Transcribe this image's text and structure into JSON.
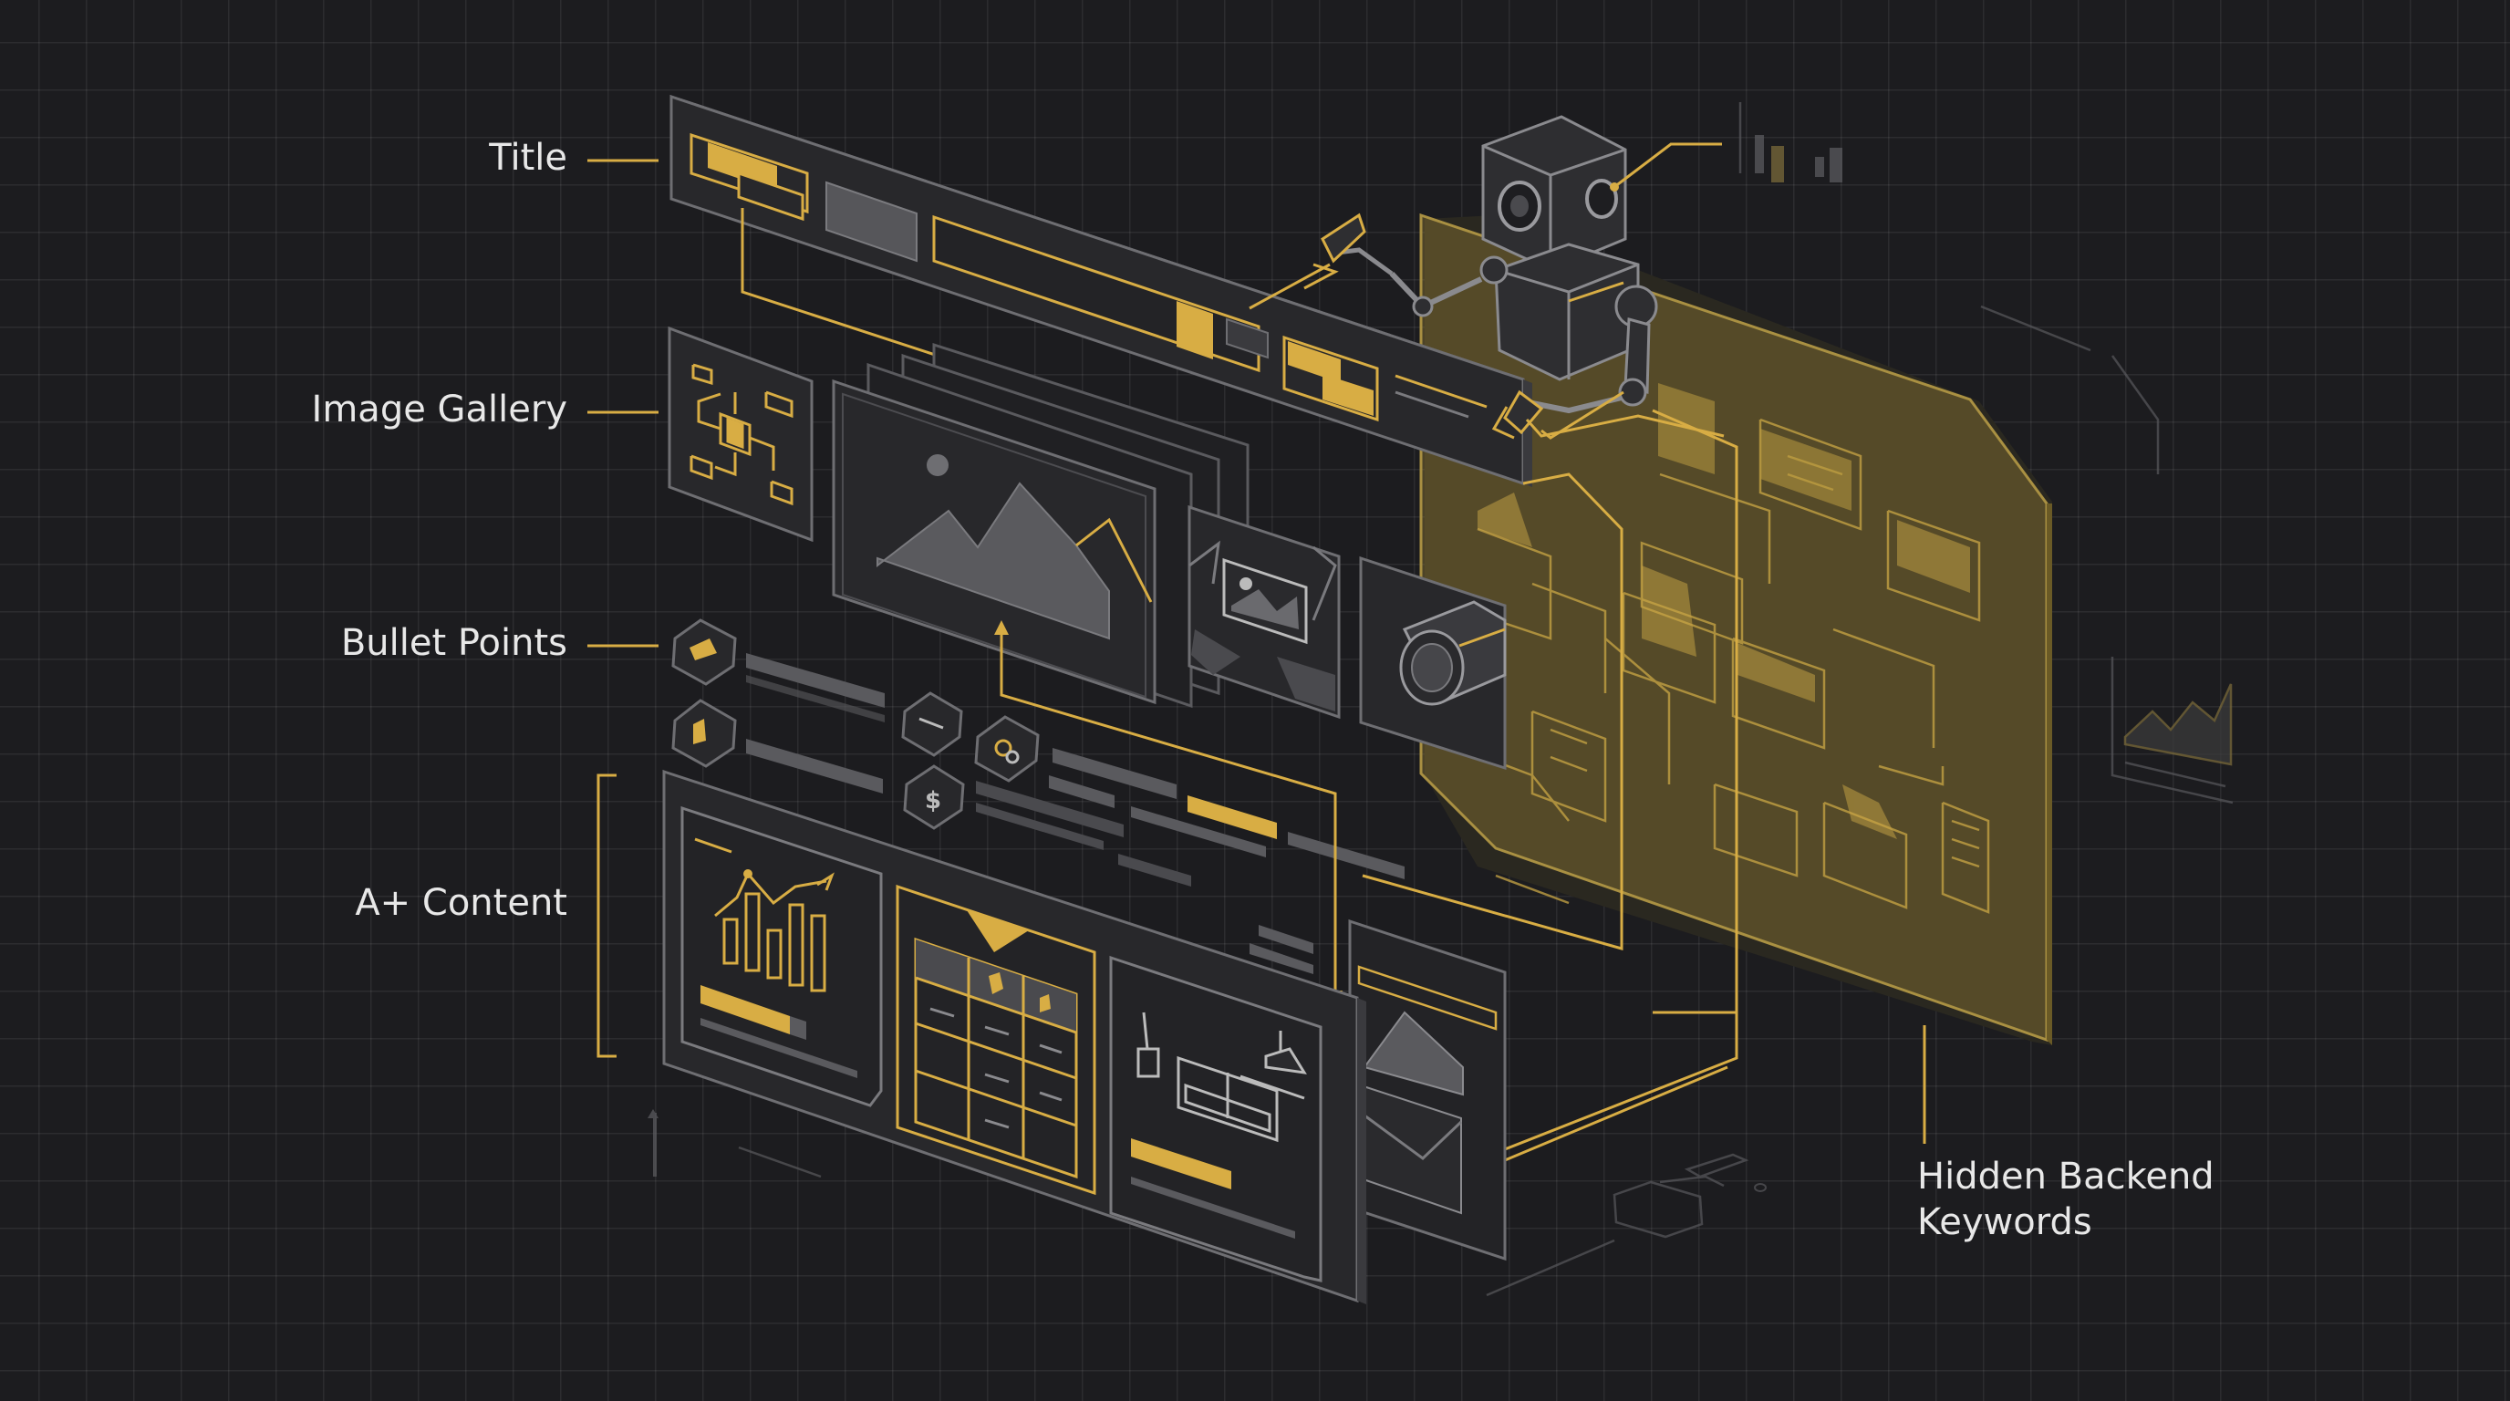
{
  "labels": {
    "title": "Title",
    "image_gallery": "Image Gallery",
    "bullet_points": "Bullet Points",
    "a_plus_content": "A+ Content",
    "hidden_backend_line1": "Hidden Backend",
    "hidden_backend_line2": "Keywords"
  },
  "colors": {
    "background": "#1c1c1f",
    "grid": "#2e2e32",
    "accent_gold": "#d8ad44",
    "panel_fill": "#28282b",
    "panel_stroke": "#6a6a6e",
    "label_text": "#e8e8e8"
  },
  "icons": {
    "robot": "robot-icon",
    "picture": "mountain-image-icon",
    "camera_lens": "camera-lens-icon",
    "table": "table-icon",
    "bar_chart": "bar-chart-icon",
    "plant": "plant-icon",
    "sofa": "sofa-icon",
    "lamp": "lamp-icon"
  }
}
